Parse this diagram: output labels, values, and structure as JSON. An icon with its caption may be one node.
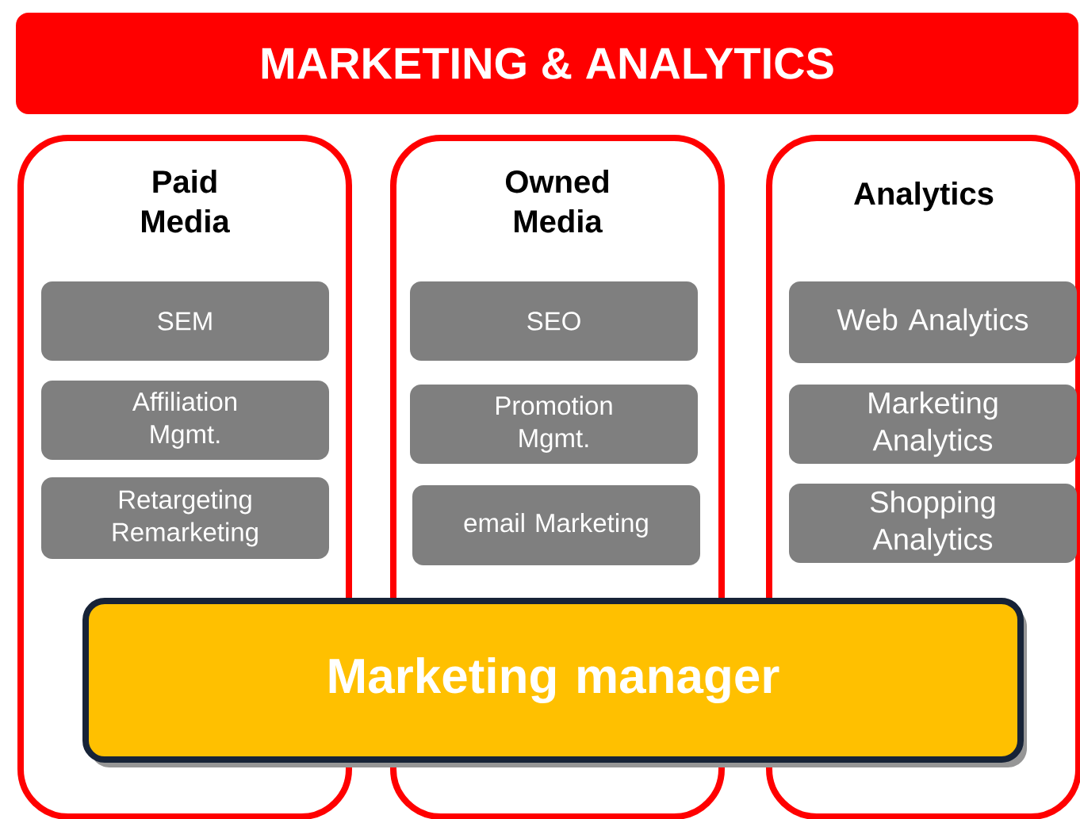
{
  "diagram": {
    "title": "MARKETING & ANALYTICS",
    "nodes": [
      {
        "text": [
          "Paid Media"
        ]
      },
      {
        "text": [
          "SEM"
        ],
        "in": 0
      },
      {
        "text": [
          "Affiliation Mgmt."
        ],
        "in": 0
      },
      {
        "text": [
          "Retargeting Remarketing"
        ],
        "in": 0
      },
      {
        "text": [
          "Owned Media"
        ]
      },
      {
        "text": [
          "SEO"
        ],
        "in": 4
      },
      {
        "text": [
          "Promotion Mgmt."
        ],
        "in": 4
      },
      {
        "text": [
          "email Marketing"
        ],
        "in": 4
      },
      {
        "text": [
          "Analytics"
        ]
      },
      {
        "text": [
          "Web Analytics"
        ],
        "in": 8
      },
      {
        "text": [
          "Marketing Analytics"
        ],
        "in": 8
      },
      {
        "text": [
          "Shopping Analytics"
        ],
        "in": 8
      },
      {
        "text": [
          "Marketing manager"
        ]
      }
    ]
  }
}
